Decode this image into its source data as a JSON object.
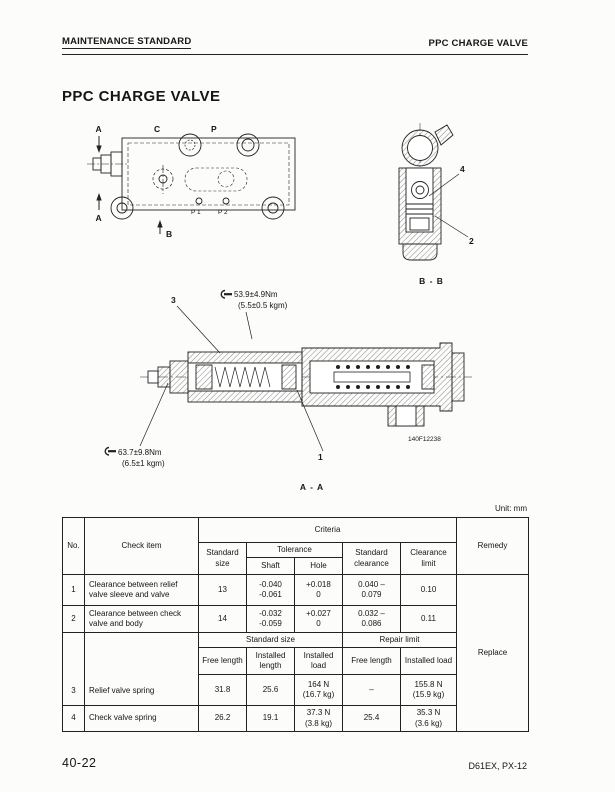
{
  "page": {
    "header_left": "MAINTENANCE STANDARD",
    "header_right": "PPC CHARGE VALVE",
    "title": "PPC CHARGE VALVE",
    "unit_label": "Unit: mm",
    "footer_left": "40-22",
    "footer_right": "D61EX, PX-12"
  },
  "diagram": {
    "plan": {
      "label_a_top": "A",
      "label_a_bottom": "A",
      "label_b": "B",
      "label_c": "C",
      "label_p": "P",
      "label_p1": "P 1",
      "label_p2": "P 2"
    },
    "section_bb": {
      "caption": "B - B",
      "callout_4": "4",
      "callout_2": "2"
    },
    "section_aa": {
      "caption": "A - A",
      "callout_3": "3",
      "callout_1": "1",
      "torque_upper_nm": "53.9±4.9Nm",
      "torque_upper_kgm": "(5.5±0.5 kgm)",
      "torque_lower_nm": "63.7±9.8Nm",
      "torque_lower_kgm": "(6.5±1 kgm)",
      "figure_no": "140F12238"
    }
  },
  "table": {
    "col_no": "No.",
    "col_check_item": "Check item",
    "col_criteria": "Criteria",
    "col_remedy": "Remedy",
    "clearance_header": {
      "standard_size": "Standard size",
      "tolerance": "Tolerance",
      "shaft": "Shaft",
      "hole": "Hole",
      "standard_clearance": "Standard clearance",
      "clearance_limit": "Clearance limit"
    },
    "spring_header": {
      "standard_size": "Standard size",
      "repair_limit": "Repair limit",
      "free_length": "Free length",
      "installed_length": "Installed length",
      "installed_load": "Installed load",
      "free_length_repair": "Free length",
      "installed_load_repair": "Installed load"
    },
    "rows": [
      {
        "no": "1",
        "item": "Clearance between relief valve sleeve and valve",
        "standard_size": "13",
        "shaft": "-0.040\n-0.061",
        "hole": "+0.018\n0",
        "standard_clearance": "0.040 –\n0.079",
        "clearance_limit": "0.10"
      },
      {
        "no": "2",
        "item": "Clearance between check valve and body",
        "standard_size": "14",
        "shaft": "-0.032\n-0.059",
        "hole": "+0.027\n0",
        "standard_clearance": "0.032 –\n0.086",
        "clearance_limit": "0.11"
      },
      {
        "no": "3",
        "item": "Relief valve spring",
        "free_length": "31.8",
        "installed_length": "25.6",
        "installed_load": "164 N\n(16.7 kg)",
        "repair_free_length": "–",
        "repair_installed_load": "155.8 N\n(15.9 kg)"
      },
      {
        "no": "4",
        "item": "Check valve spring",
        "free_length": "26.2",
        "installed_length": "19.1",
        "installed_load": "37.3 N\n(3.8 kg)",
        "repair_free_length": "25.4",
        "repair_installed_load": "35.3 N\n(3.6 kg)"
      }
    ],
    "remedy_value": "Replace"
  }
}
